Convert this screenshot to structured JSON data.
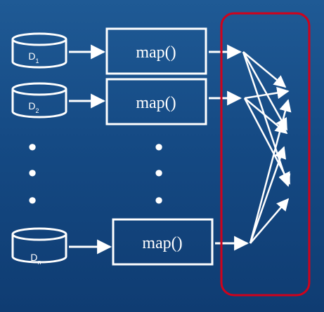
{
  "colors": {
    "stroke": "#ffffff",
    "highlight_border": "#d0021b",
    "background_top": "#1f5a95",
    "background_bottom": "#0f3c72"
  },
  "datasets": [
    {
      "base": "D",
      "sub": "1"
    },
    {
      "base": "D",
      "sub": "2"
    },
    {
      "base": "D",
      "sub": "n"
    }
  ],
  "map_label": "map()",
  "ellipsis_glyph": "•",
  "shuffle_highlight": {
    "border_color": "#d0021b"
  }
}
